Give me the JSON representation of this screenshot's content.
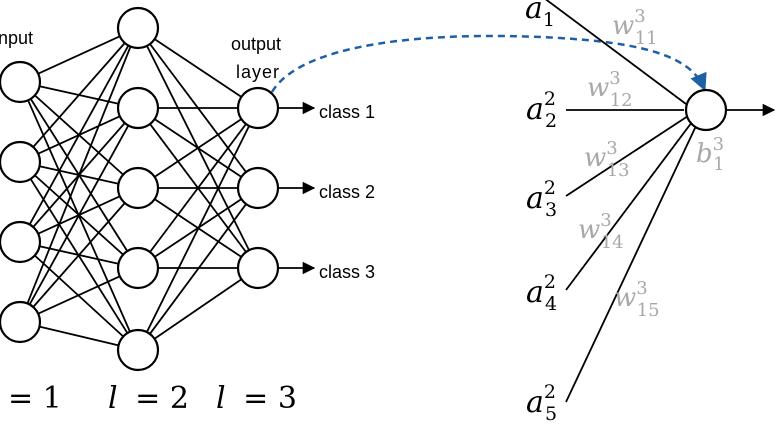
{
  "network": {
    "input_label": "nput",
    "output_label_line1": "output",
    "output_label_line2": "layer",
    "classes": [
      "class 1",
      "class 2",
      "class 3"
    ],
    "layer_captions": [
      {
        "eq": "= 1"
      },
      {
        "lhs": "l",
        "eq": "= 2"
      },
      {
        "lhs": "l",
        "eq": "= 3"
      }
    ],
    "layer_sizes": [
      4,
      5,
      3
    ]
  },
  "neuron_detail": {
    "inputs": [
      {
        "base": "a",
        "sub": "1",
        "sup": ""
      },
      {
        "base": "a",
        "sub": "2",
        "sup": "2"
      },
      {
        "base": "a",
        "sub": "3",
        "sup": "2"
      },
      {
        "base": "a",
        "sub": "4",
        "sup": "2"
      },
      {
        "base": "a",
        "sub": "5",
        "sup": "2"
      }
    ],
    "weights": [
      {
        "base": "w",
        "sub": "11",
        "sup": "3"
      },
      {
        "base": "w",
        "sub": "12",
        "sup": "3"
      },
      {
        "base": "w",
        "sub": "13",
        "sup": "3"
      },
      {
        "base": "w",
        "sub": "14",
        "sup": "3"
      },
      {
        "base": "w",
        "sub": "15",
        "sup": "3"
      }
    ],
    "bias": {
      "base": "b",
      "sub": "1",
      "sup": "3"
    }
  },
  "colors": {
    "arrow_dashed": "#1f5fa6",
    "weight_text": "#a8a8a8",
    "stroke": "#000000"
  }
}
